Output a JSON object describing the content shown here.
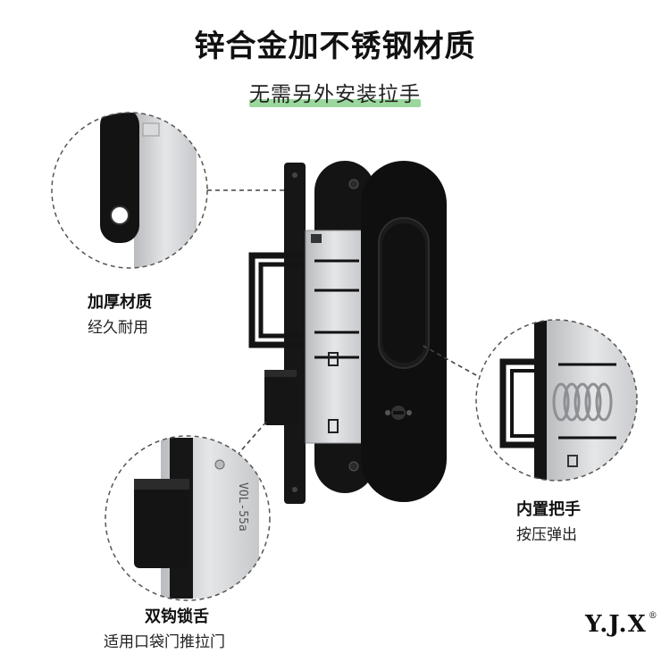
{
  "header": {
    "title": "锌合金加不锈钢材质",
    "subtitle": "无需另外安装拉手"
  },
  "features": [
    {
      "title": "加厚材质",
      "desc": "经久耐用"
    },
    {
      "title": "内置把手",
      "desc": "按压弹出"
    },
    {
      "title": "双钩锁舌",
      "desc": "适用口袋门推拉门"
    }
  ],
  "engraving": "VOL-55a",
  "brand": {
    "logo": "Y.J.X",
    "mark": "®"
  },
  "colors": {
    "metal_black": "#111111",
    "steel": "#cfd1d3",
    "highlight": "#9ad89d"
  }
}
